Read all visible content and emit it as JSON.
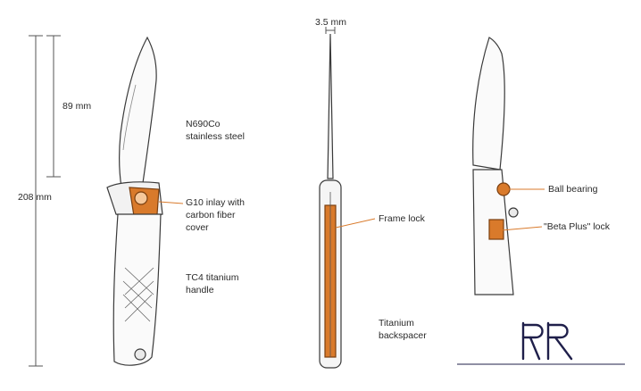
{
  "dimensions": {
    "total_length": "208 mm",
    "blade_length": "89 mm",
    "blade_thickness": "3.5 mm"
  },
  "labels": {
    "blade_steel": [
      "N690Co",
      "stainless steel"
    ],
    "inlay": [
      "G10 inlay with",
      "carbon fiber",
      "cover"
    ],
    "handle": [
      "TC4 titanium",
      "handle"
    ],
    "frame_lock": "Frame lock",
    "backspacer": [
      "Titanium",
      "backspacer"
    ],
    "ball_bearing": "Ball bearing",
    "beta_plus_lock": "\"Beta Plus\" lock"
  },
  "colors": {
    "accent_orange": "#d97a2b",
    "outline": "#3a3a3a",
    "dim_line": "#555555"
  },
  "logo": {
    "text": "RR",
    "icon": "rr-monogram-logo"
  }
}
